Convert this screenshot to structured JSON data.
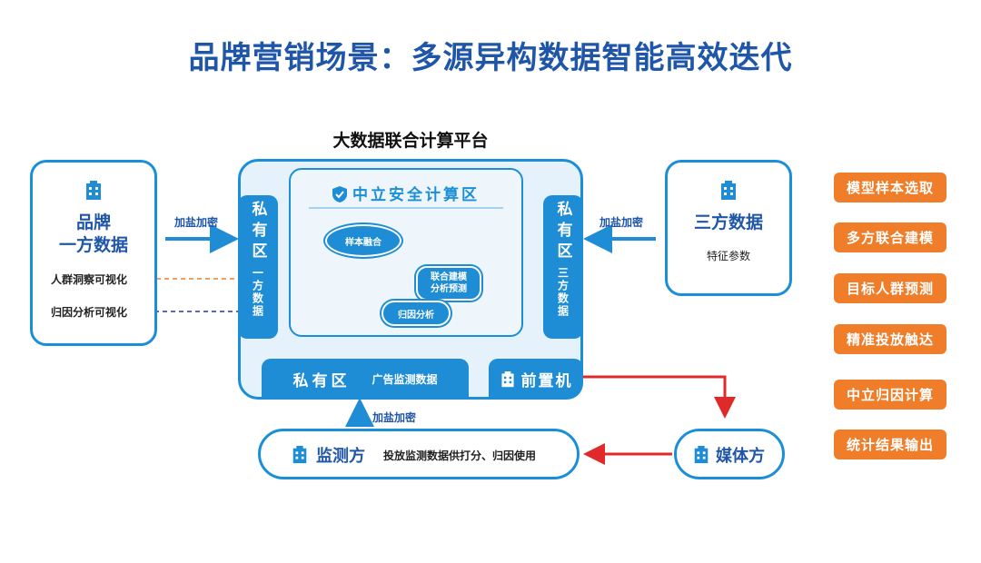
{
  "title": "品牌营销场景：多源异构数据智能高效迭代",
  "platform": {
    "title": "大数据联合计算平台",
    "neutral_zone": "中立安全计算区",
    "private_left_title": "私有区",
    "private_left_sub": "一方数据",
    "private_right_title": "私有区",
    "private_right_sub": "三方数据",
    "private_bottom_title": "私有区",
    "private_bottom_sub": "广告监测数据",
    "front_machine": "前置机",
    "sample_fusion": "样本融合",
    "joint_model_line1": "联合建模",
    "joint_model_line2": "分析预测",
    "attribution": "归因分析"
  },
  "brand": {
    "title_line1": "品牌",
    "title_line2": "一方数据",
    "audience_vis": "人群洞察可视化",
    "attribution_vis": "归因分析可视化"
  },
  "third_party": {
    "title": "三方数据",
    "sub": "特征参数"
  },
  "monitor": {
    "title": "监测方",
    "desc": "投放监测数据供打分、归因使用"
  },
  "media": {
    "title": "媒体方"
  },
  "labels": {
    "salt_left": "加盐加密",
    "salt_right": "加盐加密",
    "salt_bottom": "加盐加密"
  },
  "steps": [
    "模型样本选取",
    "多方联合建模",
    "目标人群预测",
    "精准投放触达",
    "中立归因计算",
    "统计结果输出"
  ],
  "colors": {
    "primary": "#1e8dd6",
    "title": "#1f56a8",
    "orange": "#ef7d2a",
    "red": "#e02a2a",
    "dark_blue": "#1f3e8c"
  },
  "icons": {
    "building": "building-icon",
    "shield": "shield-icon"
  }
}
